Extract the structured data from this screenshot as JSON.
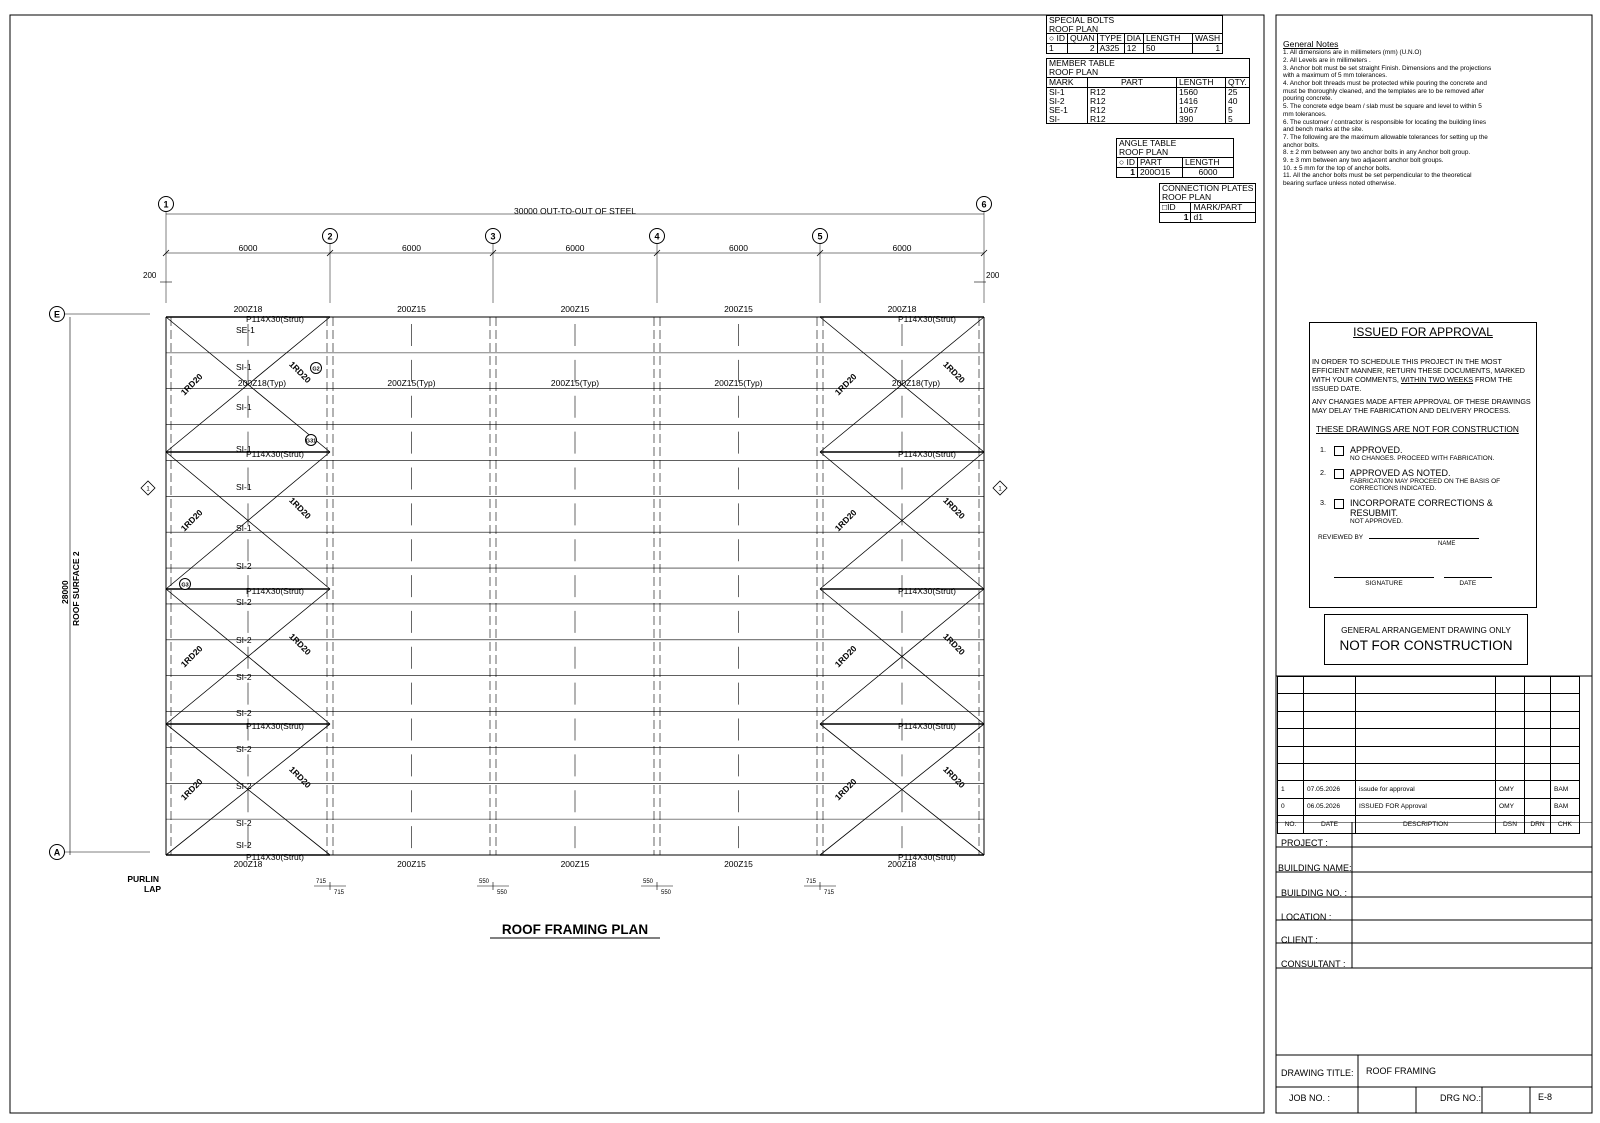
{
  "plan": {
    "title": "ROOF FRAMING PLAN",
    "overall_dim": "30000   OUT-TO-OUT OF STEEL",
    "grid_x": [
      "1",
      "2",
      "3",
      "4",
      "5",
      "6"
    ],
    "grid_y": [
      "E",
      "A"
    ],
    "bay_dims": [
      "6000",
      "6000",
      "6000",
      "6000",
      "6000"
    ],
    "edge_dim": "200",
    "side_dim": "28000",
    "side_label": "ROOF SURFACE 2",
    "purlin_lap": [
      "PURLIN",
      "LAP"
    ],
    "lap_dims": [
      "715",
      "550",
      "550",
      "715"
    ],
    "top_purlins": [
      "200Z18",
      "200Z15",
      "200Z15",
      "200Z15",
      "200Z18"
    ],
    "bottom_purlins": [
      "200Z18",
      "200Z15",
      "200Z15",
      "200Z15",
      "200Z18"
    ],
    "typ_labels": [
      "200Z18(Typ)",
      "200Z15(Typ)",
      "200Z15(Typ)",
      "200Z15(Typ)",
      "200Z18(Typ)"
    ],
    "strut": "P114X30(Strut)",
    "rod": "1RD20",
    "sag_labels": [
      "SE-1",
      "SI-1",
      "SI-1",
      "SI-1",
      "SI-1",
      "SI-1",
      "SI-2",
      "SI-2",
      "SI-2",
      "SI-2",
      "SI-2",
      "SI-2",
      "SI-2",
      "SI-2",
      "SI-2",
      "SI-"
    ],
    "tags": [
      "G2",
      "G31",
      "G3"
    ],
    "section_mark": "1"
  },
  "special_bolts": {
    "title": [
      "SPECIAL BOLTS",
      "ROOF PLAN"
    ],
    "header": [
      "ID",
      "QUAN",
      "TYPE",
      "DIA",
      "LENGTH",
      "WASH"
    ],
    "rows": [
      [
        "1",
        "2",
        "A325",
        "12",
        "50",
        "1"
      ]
    ]
  },
  "member_table": {
    "title": [
      "MEMBER TABLE",
      "ROOF PLAN"
    ],
    "header": [
      "MARK",
      "PART",
      "LENGTH",
      "QTY."
    ],
    "rows": [
      [
        "SI-1",
        "R12",
        "1560",
        "25"
      ],
      [
        "SI-2",
        "R12",
        "1416",
        "40"
      ],
      [
        "SE-1",
        "R12",
        "1067",
        "5"
      ],
      [
        "SI-",
        "R12",
        "390",
        "5"
      ]
    ]
  },
  "angle_table": {
    "title": [
      "ANGLE TABLE",
      "ROOF PLAN"
    ],
    "header": [
      "ID",
      "PART",
      "LENGTH"
    ],
    "rows": [
      [
        "1",
        "200O15",
        "6000"
      ]
    ]
  },
  "connection_plates": {
    "title": "CONNECTION PLATES",
    "subtitle": "ROOF PLAN",
    "header": [
      "ID",
      "MARK/PART"
    ],
    "rows": [
      [
        "1",
        "d1"
      ]
    ]
  },
  "notes": {
    "heading": "General Notes",
    "items": [
      "1.  All dimensions are in millimeters (mm) (U.N.O)",
      "2.  All Levels are in millimeters .",
      "3.  Anchor bolt must be set straight Finish. Dimensions and the projections with a maximum of 5 mm tolerances.",
      "4.  Anchor bolt threads must be protected while pouring the concrete and must be thoroughly cleaned, and the templates are to be removed after pouring concrete.",
      "5.  The concrete edge beam / slab must be square and level to within 5 mm tolerances.",
      "6.  The customer / contractor is responsible for locating the building lines and bench marks at the site.",
      "7.  The following are the maximum allowable tolerances for setting up the anchor bolts.",
      "8.  ± 2 mm between any two anchor bolts in any Anchor bolt group.",
      "9.  ± 3 mm between any two adjacent anchor  bolt groups.",
      "10.  ± 5 mm for the top of anchor bolts.",
      "11.  All the anchor bolts must be set perpendicular to the theoretical bearing surface unless noted otherwise."
    ]
  },
  "approval": {
    "title": "ISSUED FOR APPROVAL",
    "para1_a": "IN ORDER TO SCHEDULE THIS PROJECT IN THE MOST EFFICIENT MANNER, RETURN THESE DOCUMENTS, MARKED WITH YOUR COMMENTS, ",
    "para1_u": "WITHIN TWO WEEKS",
    "para1_b": " FROM THE ISSUED DATE.",
    "para2": "ANY CHANGES MADE AFTER APPROVAL OF THESE DRAWINGS MAY DELAY THE FABRICATION AND DELIVERY PROCESS.",
    "not_for_construction": "THESE DRAWINGS ARE NOT FOR CONSTRUCTION",
    "options": [
      {
        "num": "1.",
        "title": "APPROVED.",
        "sub": "NO CHANGES. PROCEED WITH FABRICATION."
      },
      {
        "num": "2.",
        "title": "APPROVED AS NOTED.",
        "sub": "FABRICATION MAY PROCEED ON THE BASIS OF CORRECTIONS INDICATED."
      },
      {
        "num": "3.",
        "title": "INCORPORATE CORRECTIONS & RESUBMIT.",
        "sub": "NOT APPROVED."
      }
    ],
    "reviewed_by": "REVIEWED BY",
    "name": "NAME",
    "signature": "SIGNATURE",
    "date": "DATE"
  },
  "ga": {
    "line1": "GENERAL ARRANGEMENT DRAWING ONLY",
    "line2": "NOT FOR CONSTRUCTION"
  },
  "revisions": {
    "header": [
      "NO.",
      "DATE",
      "DESCRIPTION",
      "DSN",
      "DRN",
      "CHK"
    ],
    "rows": [
      [
        "1",
        "07.05.2026",
        "issude for approval",
        "OMY",
        "",
        "BAM"
      ],
      [
        "0",
        "06.05.2026",
        "ISSUED FOR   Approval",
        "OMY",
        "",
        "BAM"
      ]
    ]
  },
  "info": {
    "project": "PROJECT :",
    "building_name": "BUILDING NAME:",
    "building_no": "BUILDING NO. :",
    "location": "LOCATION :",
    "client": "CLIENT :",
    "consultant": "CONSULTANT :",
    "drawing_title_label": "DRAWING TITLE:",
    "drawing_title": "ROOF FRAMING",
    "job_no": "JOB NO. :",
    "drg_no_label": "DRG NO.:",
    "drg_no": "E-8"
  }
}
